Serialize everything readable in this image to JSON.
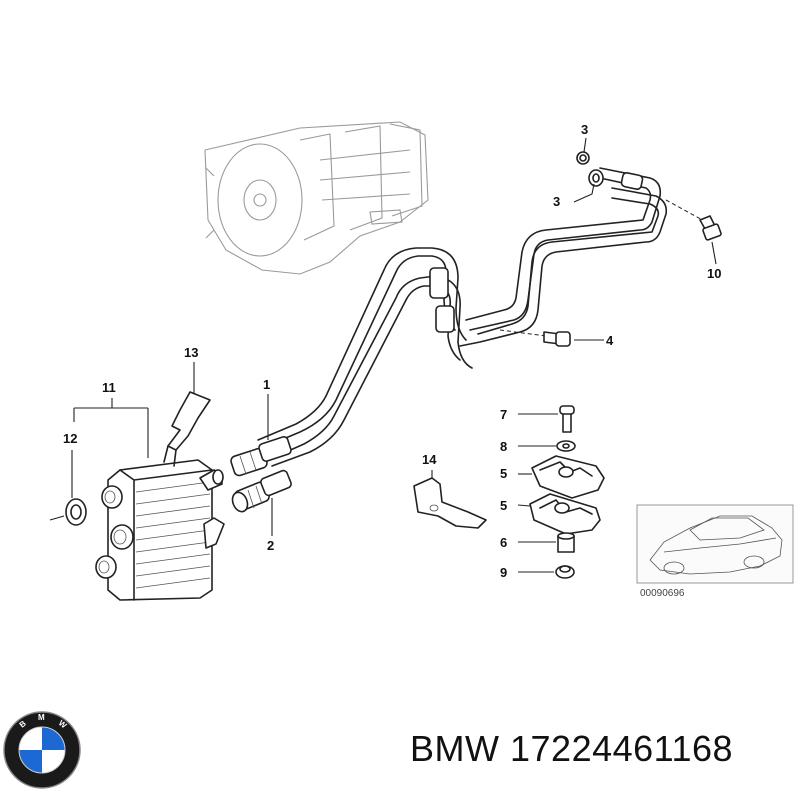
{
  "callouts": {
    "c1": "1",
    "c2": "2",
    "c3a": "3",
    "c3b": "3",
    "c4": "4",
    "c5a": "5",
    "c5b": "5",
    "c6": "6",
    "c7": "7",
    "c8": "8",
    "c9": "9",
    "c10": "10",
    "c11": "11",
    "c12": "12",
    "c13": "13",
    "c14": "14"
  },
  "ref_code": "00090696",
  "footer": {
    "brand": "BMW",
    "part_number": "17224461168"
  },
  "logo": {
    "text": "BMW",
    "colors": {
      "blue": "#1c69d4",
      "white": "#ffffff",
      "ring": "#1a1a1a"
    }
  }
}
